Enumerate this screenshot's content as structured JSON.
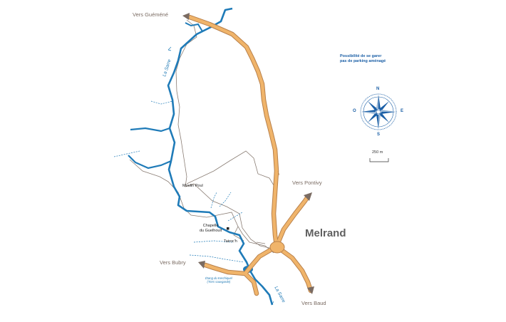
{
  "directions": {
    "guemene": "Vers Guéméné",
    "pontivy": "Vers Pontivy",
    "bubry": "Vers Bubry",
    "baud": "Vers Baud"
  },
  "town": "Melrand",
  "places": {
    "moulin_poul": "Moulin Poul",
    "chapelle_line1": "Chapelle",
    "chapelle_line2": "du Guelhouit",
    "tairoc": "Tairoc'h"
  },
  "river": {
    "name_north": "La Sarre",
    "name_south": "La Sarre"
  },
  "lake": {
    "line1": "Étang du Kerchiquel",
    "line2": "(Tiers sauvgarde)"
  },
  "parking_note": {
    "line1": "Possibilité de se garer",
    "line2": "pas de parking aménagé"
  },
  "compass": {
    "n": "N",
    "s": "S",
    "e": "E",
    "o": "O"
  },
  "scale": {
    "label": "250 m"
  },
  "colors": {
    "road_fill": "#f0b46a",
    "road_casing": "#b9814b",
    "river": "#1f7bb8",
    "trail": "#8a7d74",
    "arrow": "#7a6b62",
    "compass": "#1b5fa6"
  }
}
